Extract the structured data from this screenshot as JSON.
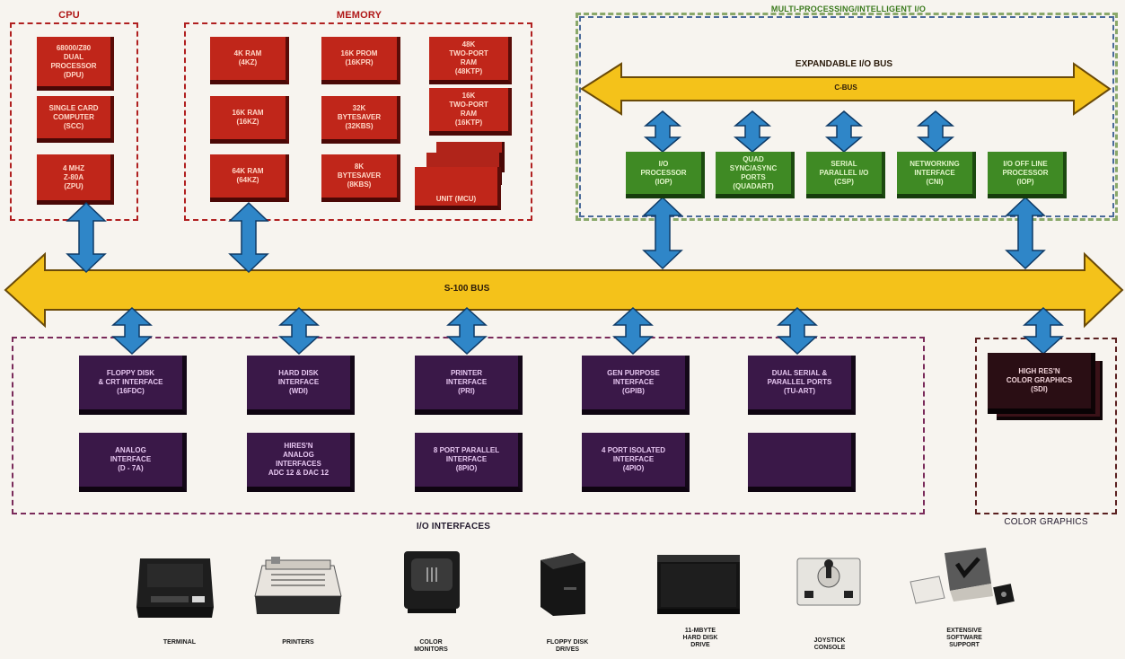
{
  "sections": {
    "cpu": "CPU",
    "memory": "MEMORY",
    "multi": "MULTI-PROCESSING/INTELLIGENT I/O",
    "io": "I/O INTERFACES",
    "color": "COLOR GRAPHICS"
  },
  "cpu_cards": [
    "68000/Z80\nDUAL\nPROCESSOR\n(DPU)",
    "SINGLE CARD\nCOMPUTER\n(SCC)",
    "4 MHZ\nZ-80A\n(ZPU)"
  ],
  "memory_cards": [
    "4K RAM\n(4KZ)",
    "16K PROM\n(16KPR)",
    "48K\nTWO-PORT\nRAM\n(48KTP)",
    "16K RAM\n(16KZ)",
    "32K\nBYTESAVER\n(32KBS)",
    "16K\nTWO-PORT\nRAM\n(16KTP)",
    "64K RAM\n(64KZ)",
    "8K\nBYTESAVER\n(8KBS)",
    "UNIT (MCU)"
  ],
  "buses": {
    "expandable": "EXPANDABLE I/O BUS",
    "cbus": "C-BUS",
    "s100": "S-100 BUS"
  },
  "io_processors": [
    "I/O\nPROCESSOR\n(IOP)",
    "QUAD\nSYNC/ASYNC\nPORTS\n(QUADART)",
    "SERIAL\nPARALLEL I/O\n(CSP)",
    "NETWORKING\nINTERFACE\n(CNI)",
    "I/O OFF LINE\nPROCESSOR\n(IOP)"
  ],
  "interfaces_row1": [
    "FLOPPY DISK\n& CRT INTERFACE\n(16FDC)",
    "HARD DISK\nINTERFACE\n(WDI)",
    "PRINTER\nINTERFACE\n(PRI)",
    "GEN PURPOSE\nINTERFACE\n(GPIB)",
    "DUAL SERIAL &\nPARALLEL PORTS\n(TU-ART)"
  ],
  "interfaces_row2": [
    "ANALOG\nINTERFACE\n(D - 7A)",
    "HIRES'N\nANALOG\nINTERFACES\nADC 12 & DAC 12",
    "8 PORT PARALLEL\nINTERFACE\n(8PIO)",
    "4 PORT ISOLATED\nINTERFACE\n(4PIO)"
  ],
  "color_card": "HIGH RES'N\nCOLOR GRAPHICS\n(SDI)",
  "devices": [
    "TERMINAL",
    "PRINTERS",
    "COLOR\nMONITORS",
    "FLOPPY DISK\nDRIVES",
    "11-MBYTE\nHARD DISK\nDRIVE",
    "JOYSTICK\nCONSOLE",
    "EXTENSIVE\nSOFTWARE\nSUPPORT"
  ],
  "colors": {
    "bus_yellow": "#f4c21a",
    "arrow_blue": "#2f86c8",
    "card_red": "#c0261a",
    "card_green": "#3f8a24",
    "card_purple": "#3a1848"
  }
}
